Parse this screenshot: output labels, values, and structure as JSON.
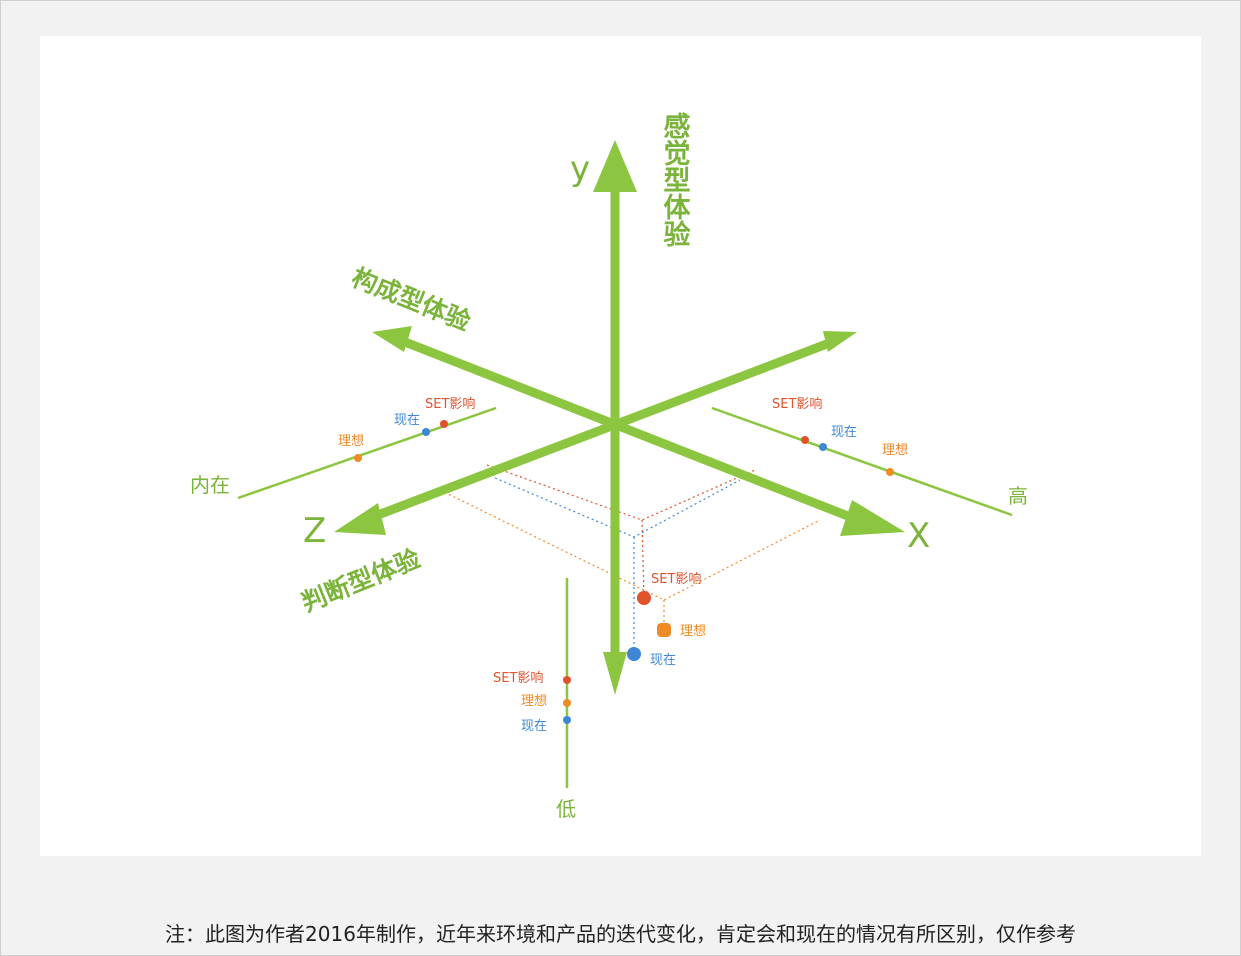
{
  "axes": {
    "y_letter": "y",
    "x_letter": "X",
    "z_letter": "Z",
    "y_name": "感觉型体验",
    "composed_name": "构成型体验",
    "judgment_name": "判断型体验"
  },
  "scales": {
    "left": {
      "end": "内在"
    },
    "right": {
      "end": "高"
    },
    "bottom": {
      "end": "低"
    }
  },
  "markers": {
    "set": "SET影响",
    "now": "现在",
    "ideal": "理想"
  },
  "colors": {
    "axis": "#8cc641",
    "axis_text": "#7bb43a",
    "set": "#e0522c",
    "now": "#3d87d6",
    "ideal": "#f08a24"
  },
  "caption": "注：此图为作者2016年制作，近年来环境和产品的迭代变化，肯定会和现在的情况有所区别，仅作参考"
}
